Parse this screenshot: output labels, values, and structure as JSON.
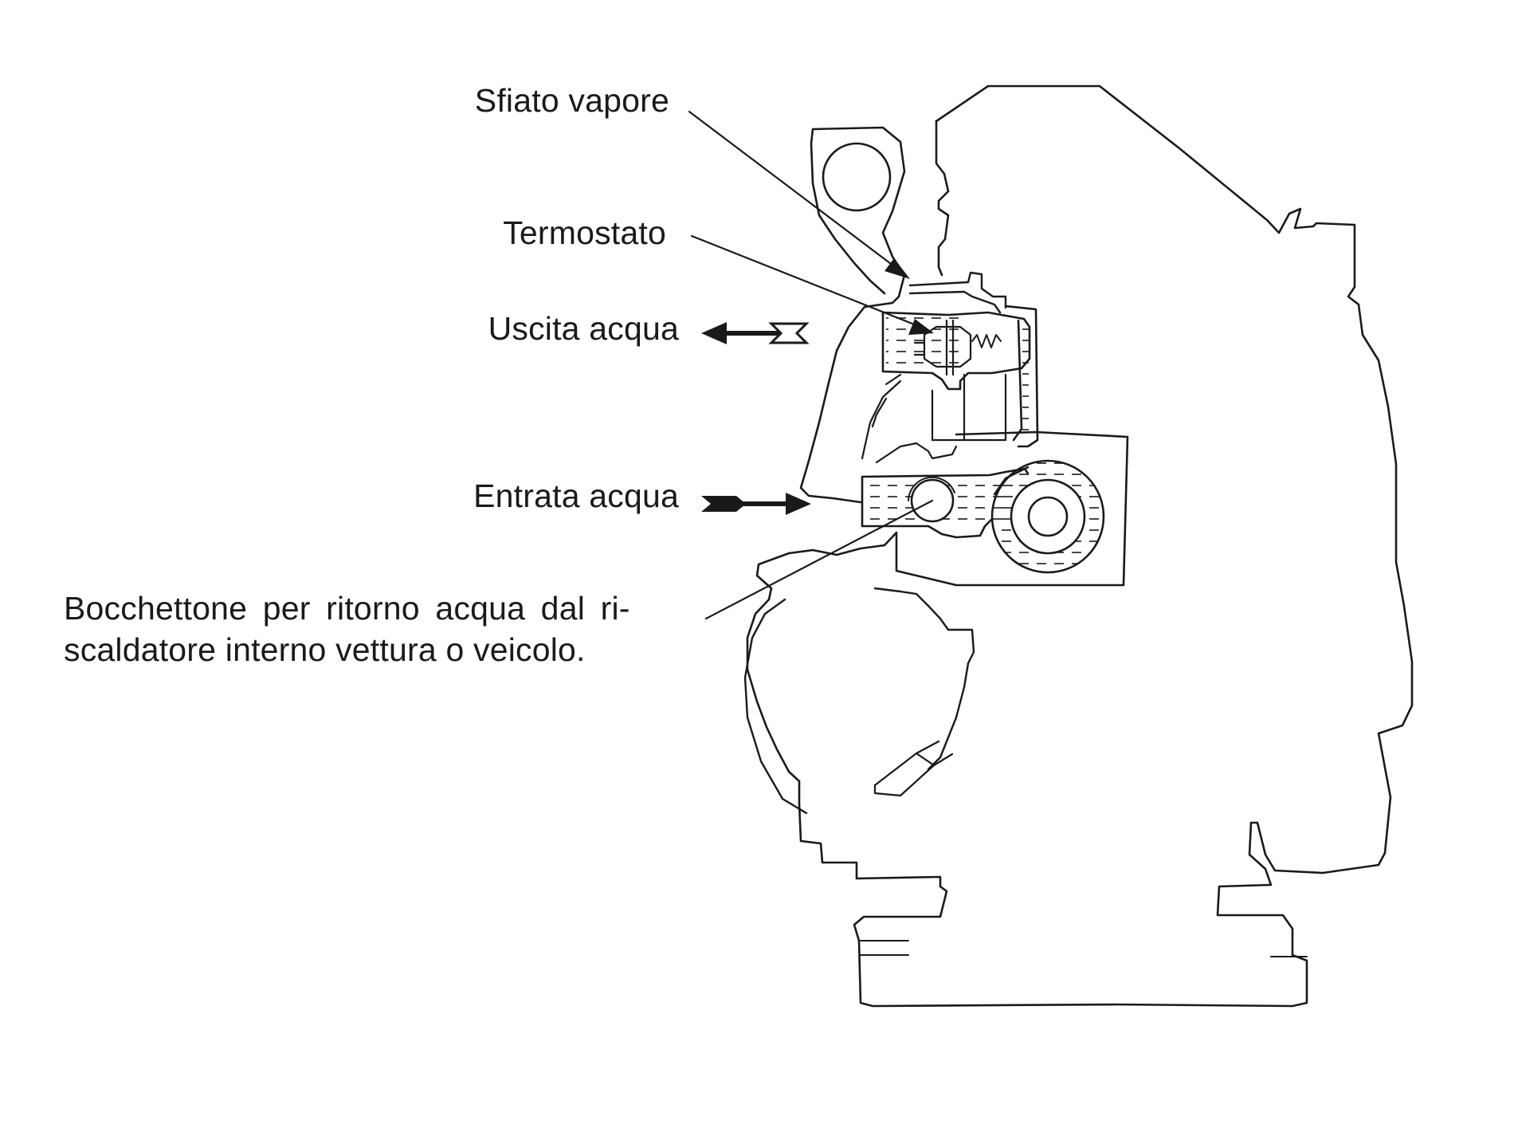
{
  "labels": {
    "sfiato_vapore": "Sfiato vapore",
    "termostato": "Termostato",
    "uscita_acqua": "Uscita acqua",
    "entrata_acqua": "Entrata acqua",
    "bocchettone_line1": "Bocchettone per ritorno acqua dal ri-",
    "bocchettone_line2": "scaldatore interno vettura o veicolo."
  },
  "colors": {
    "ink": "#1a1a1a",
    "background": "#ffffff"
  }
}
